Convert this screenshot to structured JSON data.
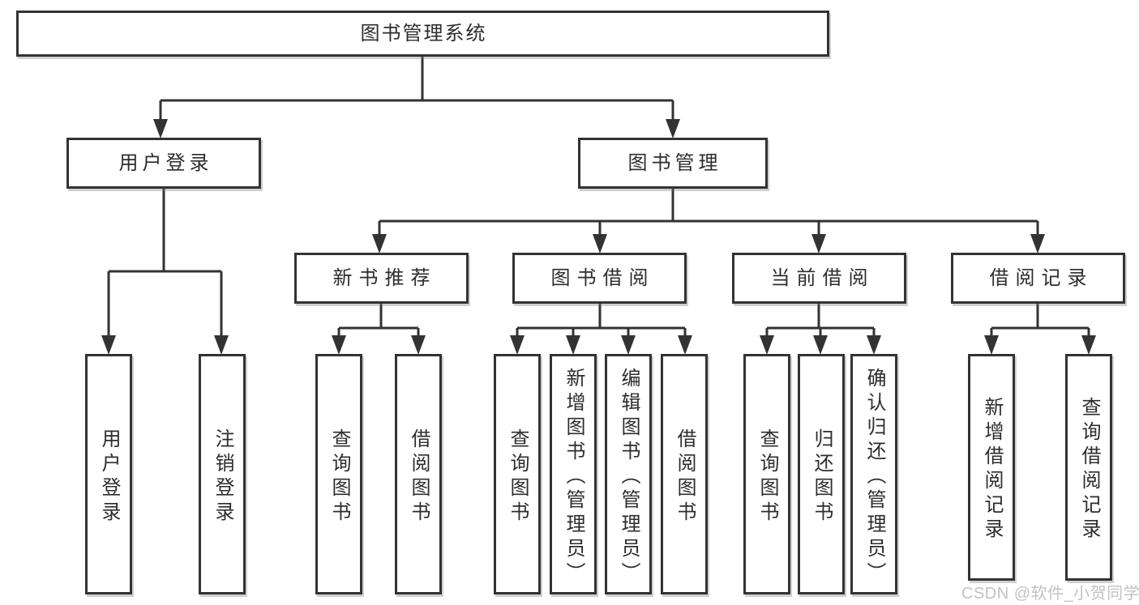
{
  "nodes": {
    "root": "图书管理系统",
    "user_login": "用户登录",
    "book_mgmt": "图书管理",
    "new_book_rec": "新书推荐",
    "book_borrow": "图书借阅",
    "current_borrow": "当前借阅",
    "borrow_records": "借阅记录",
    "login_children": [
      "用户登录",
      "注销登录"
    ],
    "rec_children": [
      "查询图书",
      "借阅图书"
    ],
    "borrow_children": [
      "查询图书",
      "新增图书（管理员）",
      "编辑图书（管理员）",
      "借阅图书"
    ],
    "current_children": [
      "查询图书",
      "归还图书",
      "确认归还（管理员）"
    ],
    "records_children": [
      "新增借阅记录",
      "查询借阅记录"
    ]
  },
  "watermark": "CSDN @软件_小贺同学",
  "colors": {
    "line": "#333333",
    "border": "#333333",
    "text": "#2d2d2d",
    "watermark": "#c2c2c2",
    "background": "#ffffff"
  }
}
